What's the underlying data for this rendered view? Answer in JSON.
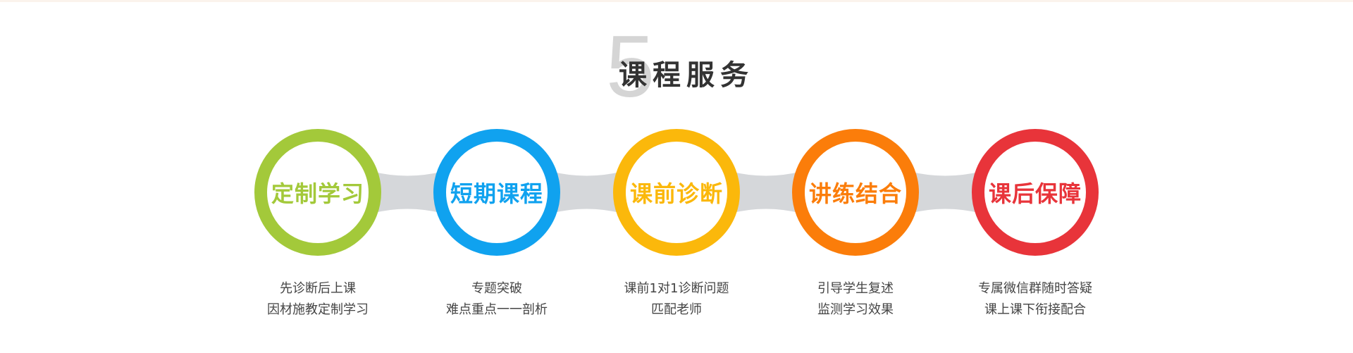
{
  "section": {
    "number": "5",
    "title": "课程服务"
  },
  "steps": [
    {
      "title": "定制学习",
      "desc_line1": "先诊断后上课",
      "desc_line2": "因材施教定制学习",
      "color": "#a3c93a"
    },
    {
      "title": "短期课程",
      "desc_line1": "专题突破",
      "desc_line2": "难点重点一一剖析",
      "color": "#10a2ef"
    },
    {
      "title": "课前诊断",
      "desc_line1": "课前1对1诊断问题",
      "desc_line2": "匹配老师",
      "color": "#fbb80b"
    },
    {
      "title": "讲练结合",
      "desc_line1": "引导学生复述",
      "desc_line2": "监测学习效果",
      "color": "#fb7d0a"
    },
    {
      "title": "课后保障",
      "desc_line1": "专属微信群随时答疑",
      "desc_line2": "课上课下衔接配合",
      "color": "#e8343a"
    }
  ],
  "connector_color": "#d5d7da"
}
